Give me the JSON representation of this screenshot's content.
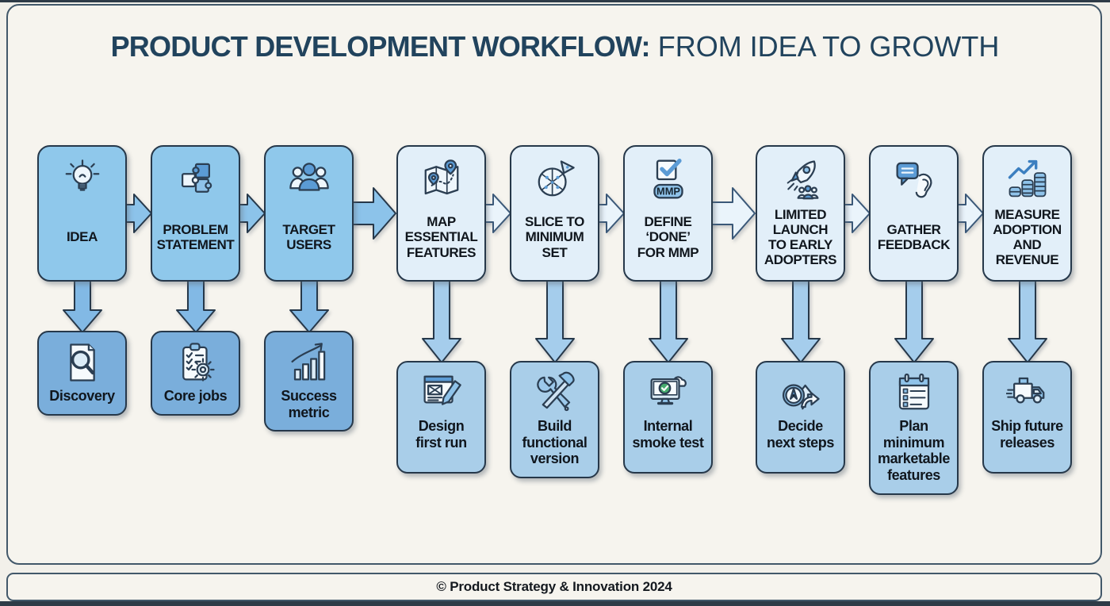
{
  "title": {
    "bold": "PRODUCT DEVELOPMENT WORKFLOW:",
    "regular": "FROM IDEA TO GROWTH"
  },
  "footer": {
    "copyright": "© Product Strategy & Innovation 2024"
  },
  "colors": {
    "background": "#f2f0ea",
    "panel_border": "#42586a",
    "title_text": "#21435d",
    "box_border": "#26384a",
    "phase1_top_fill": "#8fc8eb",
    "phase1_bottom_fill": "#7aaedb",
    "phase23_top_fill": "#e2eff9",
    "phase23_bottom_fill": "#a9cee9",
    "arrow_solid_fill": "#8cc3ea",
    "arrow_light_fill": "#eaf4fb",
    "label_text": "#10161d"
  },
  "columns": [
    {
      "group": "a",
      "top": {
        "label": "IDEA",
        "icon": "lightbulb-icon"
      },
      "bottom": {
        "label": "Discovery",
        "icon": "document-magnifier-icon"
      }
    },
    {
      "group": "a",
      "top": {
        "label": "PROBLEM\nSTATEMENT",
        "icon": "puzzle-pieces-icon"
      },
      "bottom": {
        "label": "Core jobs",
        "icon": "clipboard-gear-icon"
      }
    },
    {
      "group": "a",
      "top": {
        "label": "TARGET\nUSERS",
        "icon": "users-icon"
      },
      "bottom": {
        "label": "Success\nmetric",
        "icon": "growth-bars-icon"
      }
    },
    {
      "group": "b",
      "top": {
        "label": "MAP\nESSENTIAL\nFEATURES",
        "icon": "map-pins-icon"
      },
      "bottom": {
        "label": "Design\nfirst run",
        "icon": "wireframe-pencil-icon"
      }
    },
    {
      "group": "b",
      "top": {
        "label": "SLICE TO\nMINIMUM\nSET",
        "icon": "pizza-slice-icon"
      },
      "bottom": {
        "label": "Build\nfunctional\nversion",
        "icon": "wrench-hammer-icon"
      }
    },
    {
      "group": "b",
      "top": {
        "label": "DEFINE\n‘DONE’\nFOR MMP",
        "icon": "checkbox-icon",
        "badge": "MMP"
      },
      "bottom": {
        "label": "Internal\nsmoke test",
        "icon": "monitor-check-icon"
      }
    },
    {
      "group": "c",
      "top": {
        "label": "LIMITED\nLAUNCH\nTO EARLY\nADOPTERS",
        "icon": "rocket-launch-icon"
      },
      "bottom": {
        "label": "Decide\nnext steps",
        "icon": "compass-paths-icon"
      }
    },
    {
      "group": "c",
      "top": {
        "label": "GATHER\nFEEDBACK",
        "icon": "speech-ear-icon"
      },
      "bottom": {
        "label": "Plan\nminimum\nmarketable\nfeatures",
        "icon": "calendar-list-icon"
      }
    },
    {
      "group": "c",
      "top": {
        "label": "MEASURE\nADOPTION\nAND\nREVENUE",
        "icon": "coins-growth-icon"
      },
      "bottom": {
        "label": "Ship future\nreleases",
        "icon": "delivery-truck-icon"
      }
    }
  ]
}
